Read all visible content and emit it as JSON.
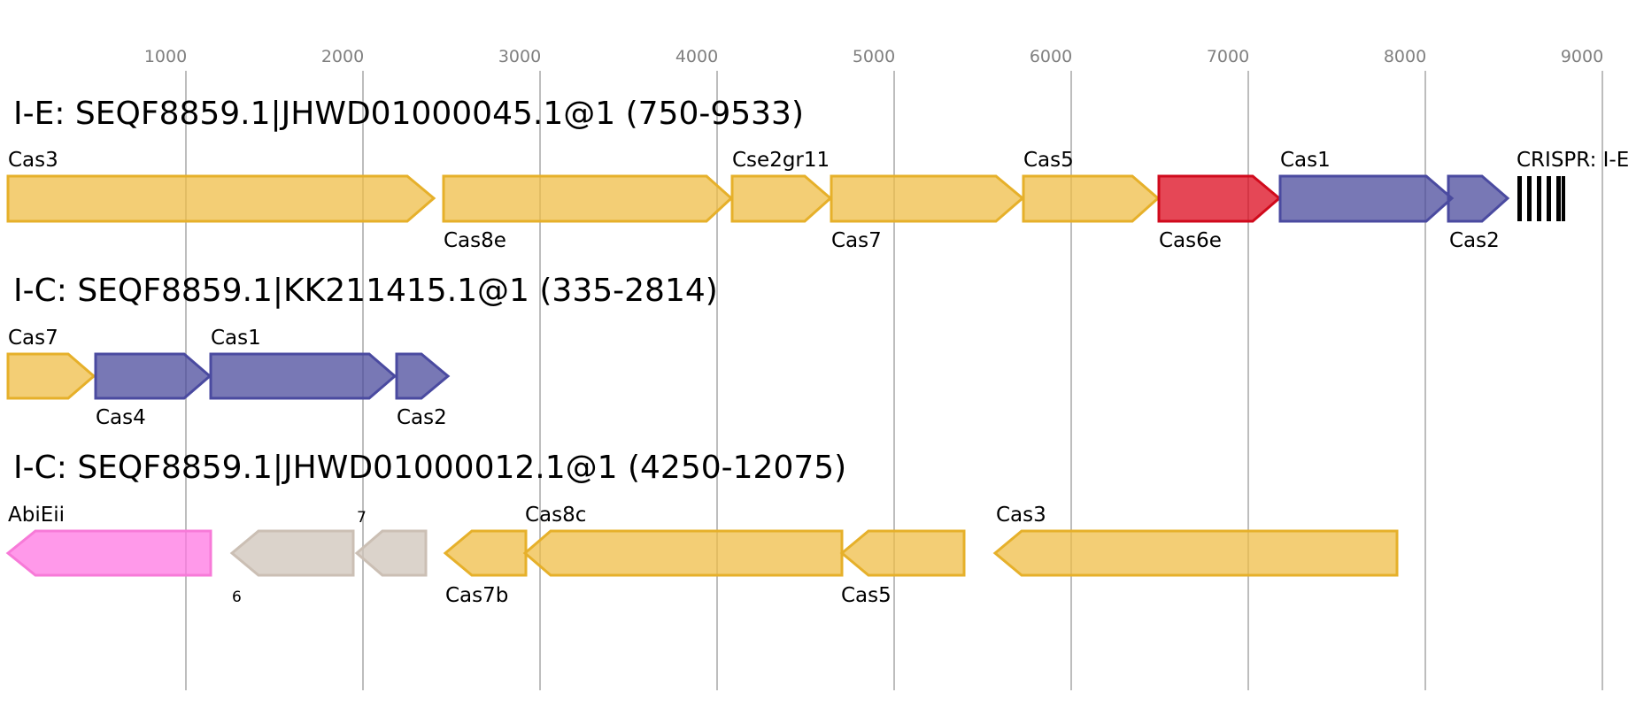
{
  "axis": {
    "ticks": [
      "1000",
      "2000",
      "3000",
      "4000",
      "5000",
      "6000",
      "7000",
      "8000",
      "9000"
    ]
  },
  "colors": {
    "yellow_fill": "#efbd47",
    "yellow_stroke": "#e6b02a",
    "blue_fill": "#4b4b9c",
    "blue_stroke": "#4a4aa0",
    "red_fill": "#dc0a1e",
    "red_stroke": "#d00a1c",
    "pink_fill": "#ff77e3",
    "pink_stroke": "#f77ad8",
    "grey_fill": "#cfc4ba",
    "grey_stroke": "#cbbfb4",
    "crispr": "#000000"
  },
  "tracks": [
    {
      "title": "I-E: SEQF8859.1|JHWD01000045.1@1 (750-9533)",
      "genes": [
        {
          "label": "Cas3",
          "color": "yellow"
        },
        {
          "label": "Cas8e",
          "color": "yellow"
        },
        {
          "label": "Cse2gr11",
          "color": "yellow"
        },
        {
          "label": "Cas7",
          "color": "yellow"
        },
        {
          "label": "Cas5",
          "color": "yellow"
        },
        {
          "label": "Cas6e",
          "color": "red"
        },
        {
          "label": "Cas1",
          "color": "blue"
        },
        {
          "label": "Cas2",
          "color": "blue"
        }
      ],
      "crispr": {
        "label": "CRISPR: I-E"
      }
    },
    {
      "title": "I-C: SEQF8859.1|KK211415.1@1 (335-2814)",
      "genes": [
        {
          "label": "Cas7",
          "color": "yellow"
        },
        {
          "label": "Cas4",
          "color": "blue"
        },
        {
          "label": "Cas1",
          "color": "blue"
        },
        {
          "label": "Cas2",
          "color": "blue"
        }
      ]
    },
    {
      "title": "I-C: SEQF8859.1|JHWD01000012.1@1 (4250-12075)",
      "genes": [
        {
          "label": "AbiEii",
          "color": "pink"
        },
        {
          "label": "6",
          "color": "grey"
        },
        {
          "label": "7",
          "color": "grey"
        },
        {
          "label": "Cas7b",
          "color": "yellow"
        },
        {
          "label": "Cas8c",
          "color": "yellow"
        },
        {
          "label": "Cas5",
          "color": "yellow"
        },
        {
          "label": "Cas3",
          "color": "yellow"
        }
      ]
    }
  ]
}
